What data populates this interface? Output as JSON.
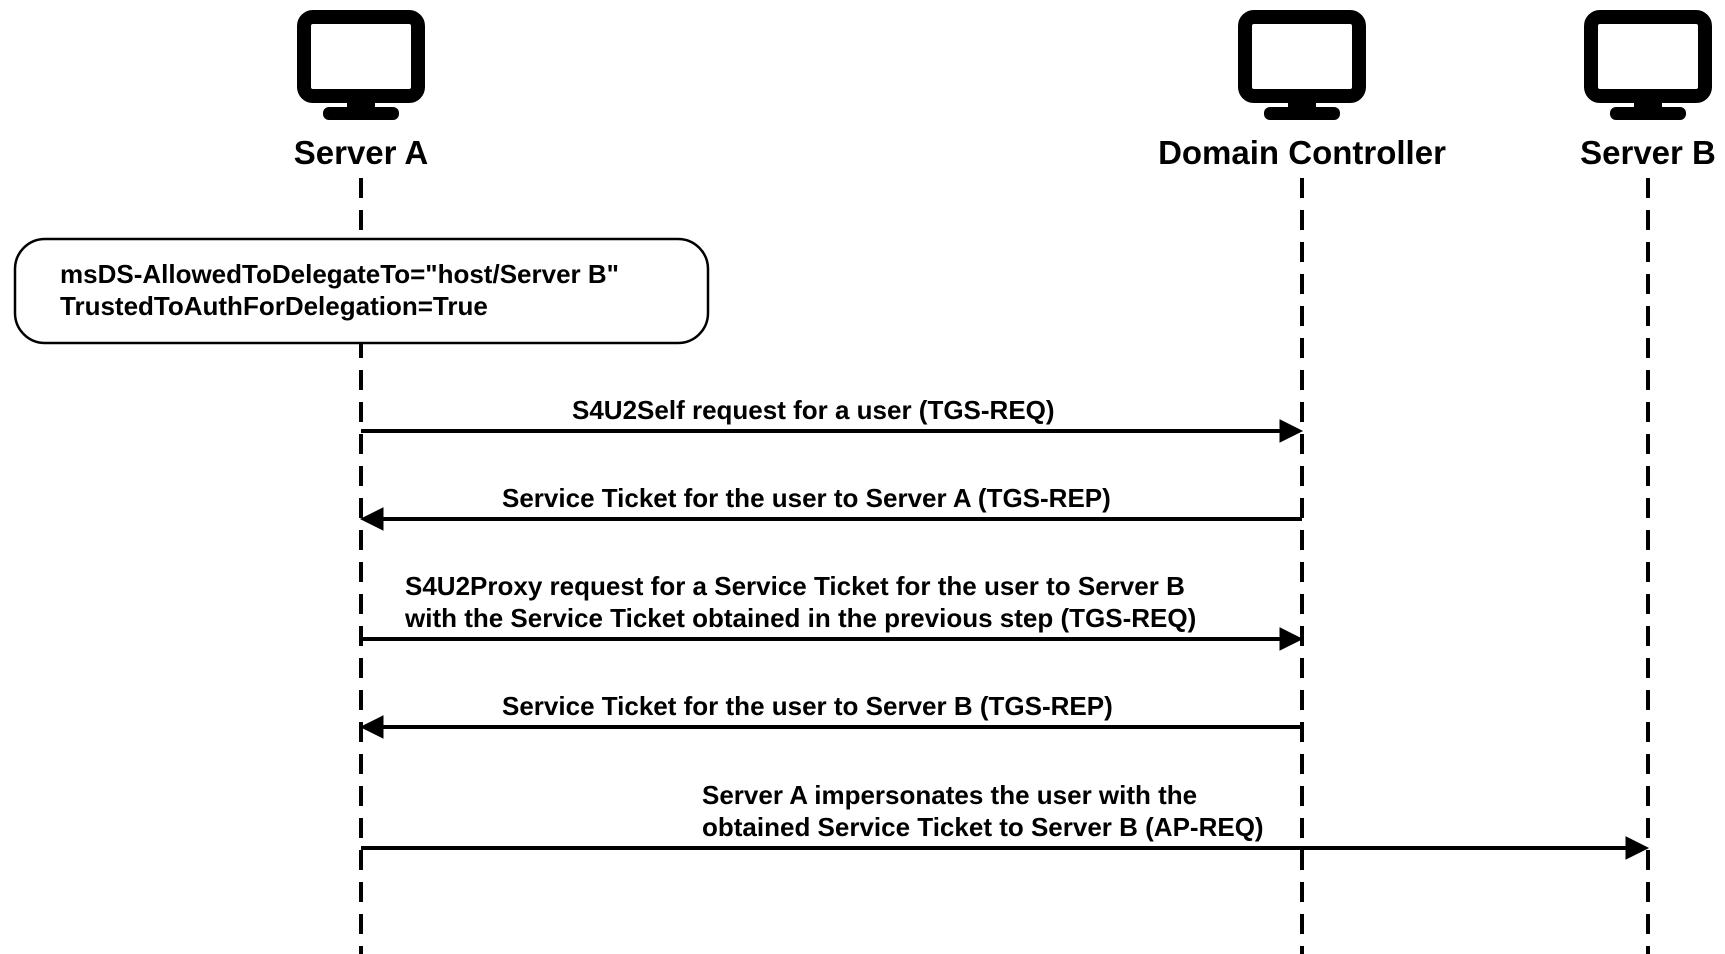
{
  "colors": {
    "stroke": "#000000",
    "background": "#ffffff"
  },
  "actors": [
    {
      "id": "server-a",
      "label": "Server A",
      "icon": "monitor-icon"
    },
    {
      "id": "domain-controller",
      "label": "Domain Controller",
      "icon": "monitor-icon"
    },
    {
      "id": "server-b",
      "label": "Server B",
      "icon": "monitor-icon"
    }
  ],
  "note": {
    "lines": [
      "msDS-AllowedToDelegateTo=\"host/Server B\"",
      "TrustedToAuthForDelegation=True"
    ]
  },
  "messages": [
    {
      "from": "server-a",
      "to": "domain-controller",
      "lines": [
        "S4U2Self request for a user (TGS-REQ)"
      ]
    },
    {
      "from": "domain-controller",
      "to": "server-a",
      "lines": [
        "Service Ticket for the user to Server A (TGS-REP)"
      ]
    },
    {
      "from": "server-a",
      "to": "domain-controller",
      "lines": [
        "S4U2Proxy request for a Service Ticket for the user to Server B",
        "with the Service Ticket obtained in the previous step (TGS-REQ)"
      ]
    },
    {
      "from": "domain-controller",
      "to": "server-a",
      "lines": [
        "Service Ticket for the user to Server B (TGS-REP)"
      ]
    },
    {
      "from": "server-a",
      "to": "server-b",
      "lines": [
        "Server A impersonates the user with the",
        "obtained Service Ticket to Server B (AP-REQ)"
      ]
    }
  ]
}
